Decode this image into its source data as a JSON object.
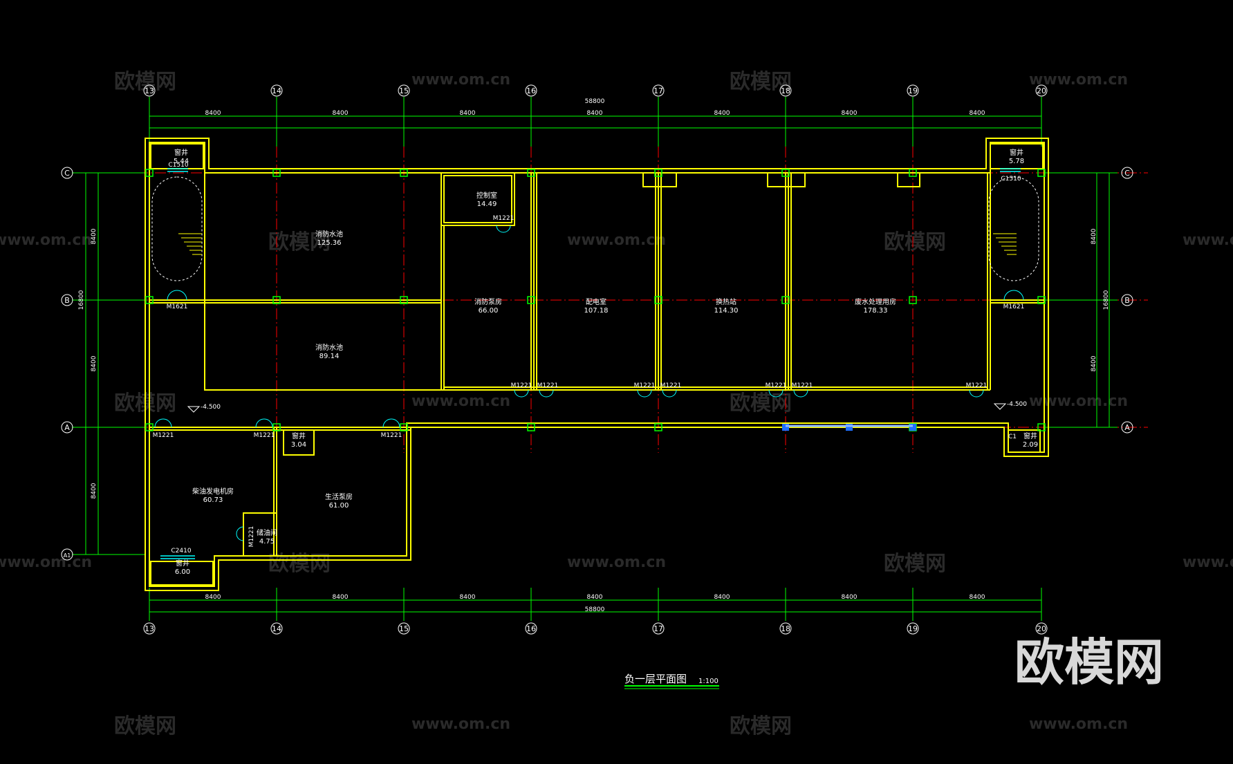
{
  "drawing": {
    "title": "负一层平面图",
    "scale": "1:100",
    "brand_logo": "欧模网",
    "watermark_logo": "欧模网",
    "watermark_url": "www.om.cn",
    "colors": {
      "background": "#000000",
      "wall": "#ffff00",
      "dimension": "#00ff00",
      "axis_line": "#ff0000",
      "door": "#00ffff",
      "window": "#00ffff",
      "column": "#00ff00",
      "text": "#ffffff"
    }
  },
  "axes": {
    "columns": [
      "13",
      "14",
      "15",
      "16",
      "17",
      "18",
      "19",
      "20"
    ],
    "rows": [
      "C",
      "B",
      "A",
      "A1"
    ]
  },
  "dimensions": {
    "bay_width": "8400",
    "total_width": "58800",
    "top_spans": [
      "8400",
      "8400",
      "8400",
      "8400",
      "8400",
      "8400",
      "8400"
    ],
    "bottom_spans": [
      "8400",
      "8400",
      "8400",
      "8400",
      "8400",
      "8400",
      "8400"
    ],
    "left": {
      "spans": [
        "8400",
        "8400",
        "8400"
      ],
      "total": "16800"
    },
    "right": {
      "spans": [
        "8400",
        "8400"
      ],
      "total": "16800"
    },
    "elevations": [
      "-4.500",
      "-4.500"
    ]
  },
  "rooms": [
    {
      "name": "窗井",
      "area": "5.44"
    },
    {
      "name": "窗井",
      "area": "5.78"
    },
    {
      "name": "消防水池",
      "area": "125.36"
    },
    {
      "name": "消防水池",
      "area": "89.14"
    },
    {
      "name": "控制室",
      "area": "14.49"
    },
    {
      "name": "消防泵房",
      "area": "66.00"
    },
    {
      "name": "配电室",
      "area": "107.18"
    },
    {
      "name": "换热站",
      "area": "114.30"
    },
    {
      "name": "废水处理用房",
      "area": "178.33"
    },
    {
      "name": "窗井",
      "area": "3.04"
    },
    {
      "name": "柴油发电机房",
      "area": "60.73"
    },
    {
      "name": "生活泵房",
      "area": "61.00"
    },
    {
      "name": "储油间",
      "area": "4.75"
    },
    {
      "name": "窗井",
      "area": "6.00"
    },
    {
      "name": "窗井",
      "area": "2.09"
    }
  ],
  "labels": {
    "windows": [
      "C1510",
      "C1510",
      "C2410",
      "C1"
    ],
    "doors": [
      "M1621",
      "M1621",
      "M1221"
    ]
  }
}
